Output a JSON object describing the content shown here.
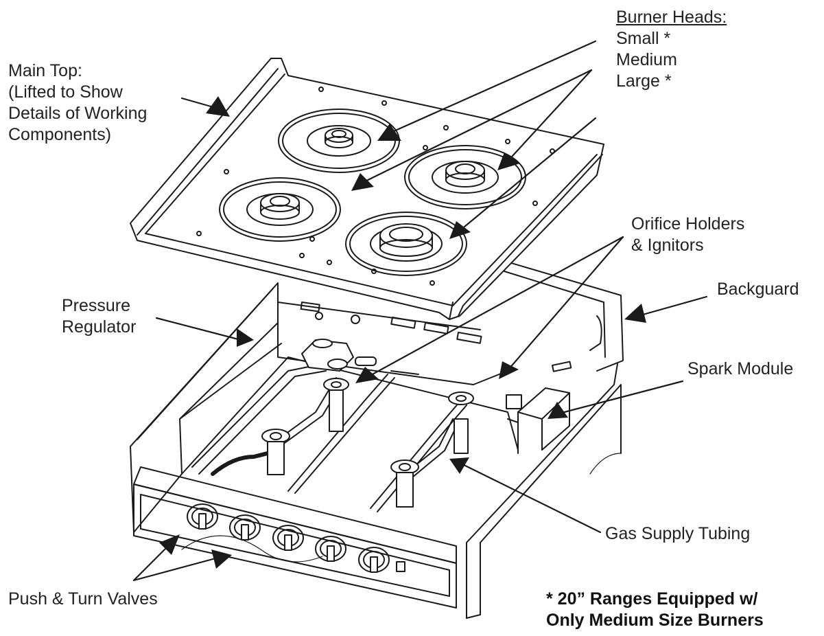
{
  "labels": {
    "main_top": [
      "Main Top:",
      "(Lifted to Show",
      "Details  of Working",
      "Components)"
    ],
    "burner_heads": {
      "title": "Burner Heads:",
      "small": "Small  *",
      "medium": "Medium",
      "large": "Large  *"
    },
    "orifice": [
      "Orifice Holders",
      "& Ignitors"
    ],
    "backguard": "Backguard",
    "pressure_regulator": [
      "Pressure",
      "Regulator"
    ],
    "spark_module": "Spark Module",
    "gas_supply_tubing": "Gas Supply Tubing",
    "push_turn_valves": "Push & Turn Valves"
  },
  "note": [
    "* 20” Ranges Equipped w/",
    "Only Medium Size Burners"
  ],
  "colors": {
    "line": "#1a1a1a",
    "background": "#ffffff"
  }
}
